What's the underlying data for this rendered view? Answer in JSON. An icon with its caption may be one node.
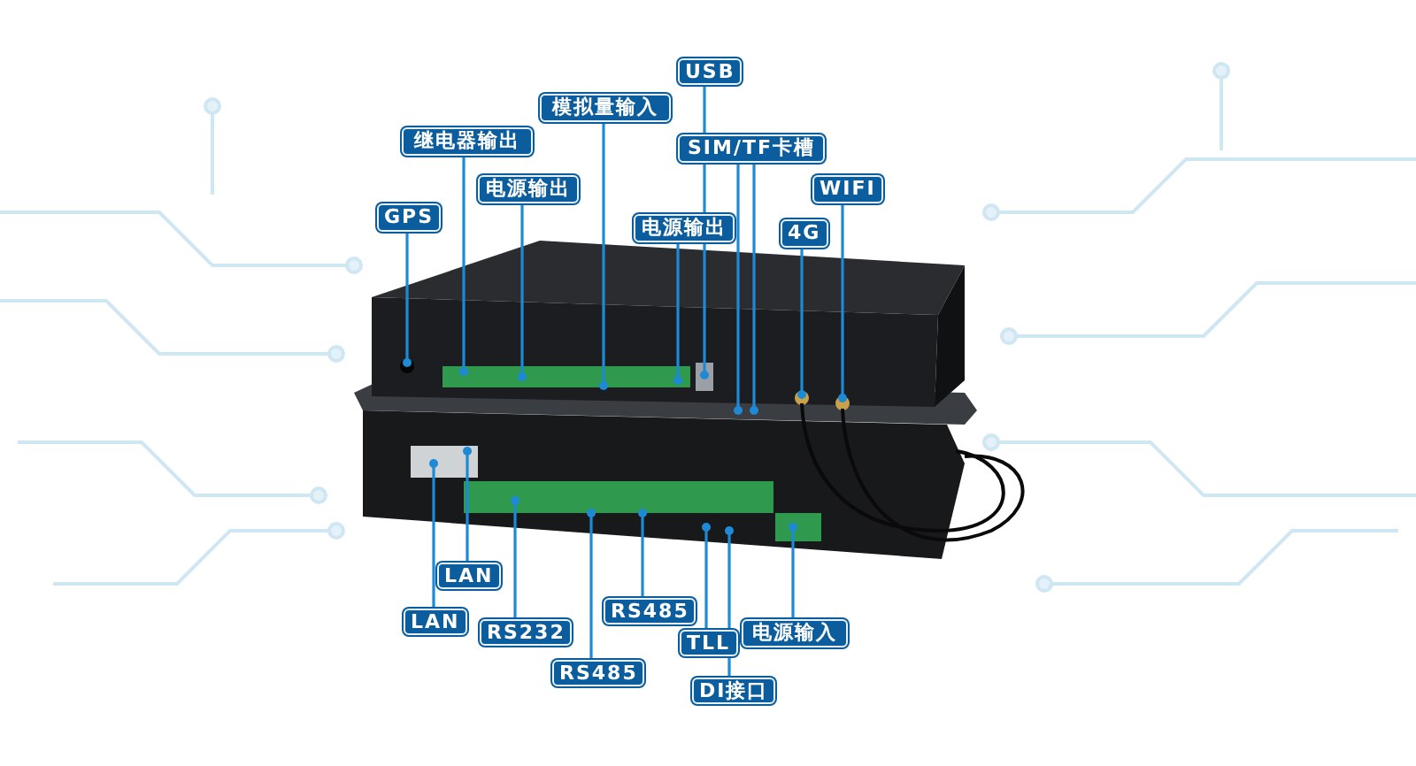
{
  "diagram": {
    "nodes": [
      {
        "text": [
          "USB"
        ]
      },
      {
        "text": [
          "模拟量输入"
        ]
      },
      {
        "text": [
          "继电器输出"
        ]
      },
      {
        "text": [
          "SIM/TF卡槽"
        ]
      },
      {
        "text": [
          "电源输出"
        ]
      },
      {
        "text": [
          "WIFI"
        ]
      },
      {
        "text": [
          "GPS"
        ]
      },
      {
        "text": [
          "电源输出"
        ]
      },
      {
        "text": [
          "4G"
        ]
      },
      {
        "text": [
          "LAN"
        ]
      },
      {
        "text": [
          "RS485"
        ]
      },
      {
        "text": [
          "LAN"
        ]
      },
      {
        "text": [
          "RS232"
        ]
      },
      {
        "text": [
          "电源输入"
        ]
      },
      {
        "text": [
          "TLL"
        ]
      },
      {
        "text": [
          "RS485"
        ]
      },
      {
        "text": [
          "DI接口"
        ]
      }
    ],
    "edges": [
      {
        "from": 0,
        "to": null,
        "arrow": "other"
      },
      {
        "from": 1,
        "to": null,
        "arrow": "other"
      },
      {
        "from": 2,
        "to": null,
        "arrow": "other"
      },
      {
        "from": 3,
        "to": null,
        "arrow": "other"
      },
      {
        "from": 3,
        "to": null,
        "arrow": "other"
      },
      {
        "from": 4,
        "to": null,
        "arrow": "other"
      },
      {
        "from": 5,
        "to": null,
        "arrow": "other"
      },
      {
        "from": 6,
        "to": null,
        "arrow": "other"
      },
      {
        "from": 7,
        "to": null,
        "arrow": "other"
      },
      {
        "from": 8,
        "to": null,
        "arrow": "other"
      },
      {
        "from": 9,
        "to": null,
        "arrow": "other"
      },
      {
        "from": 10,
        "to": null,
        "arrow": "other"
      },
      {
        "from": 11,
        "to": null,
        "arrow": "other"
      },
      {
        "from": 12,
        "to": null,
        "arrow": "other"
      },
      {
        "from": 13,
        "to": null,
        "arrow": "other"
      },
      {
        "from": 14,
        "to": null,
        "arrow": "other"
      },
      {
        "from": 15,
        "to": null,
        "arrow": "other"
      },
      {
        "from": 16,
        "to": null,
        "arrow": "other"
      }
    ]
  }
}
